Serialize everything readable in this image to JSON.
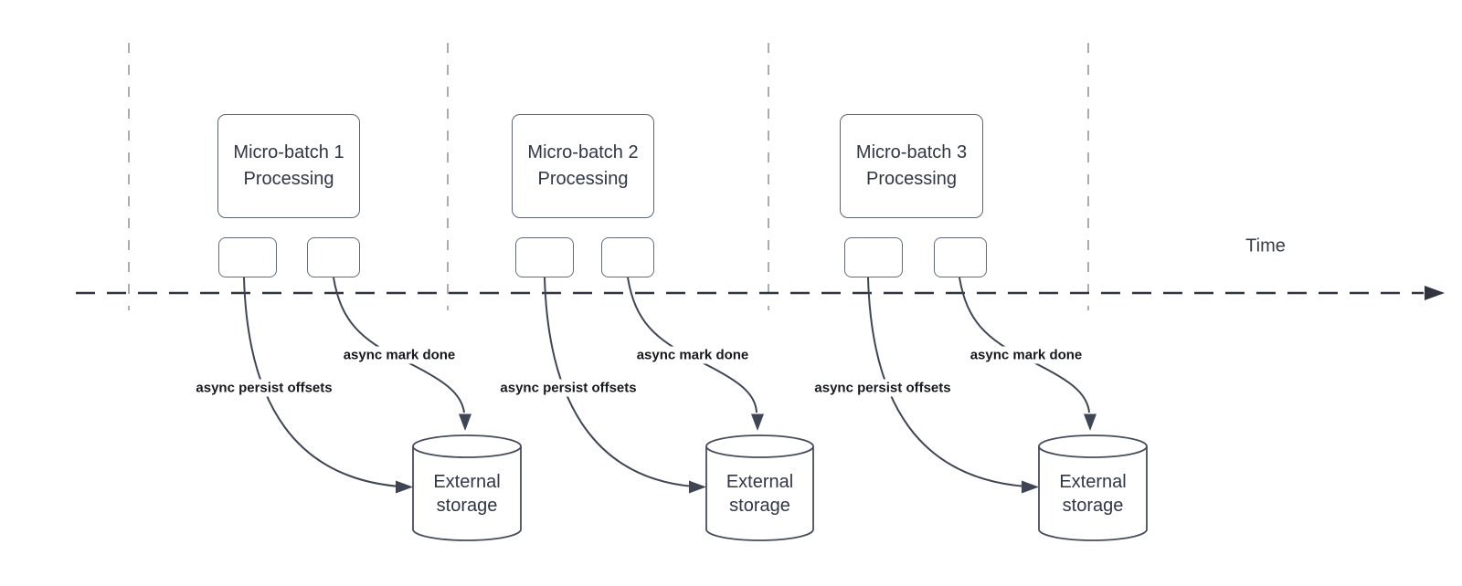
{
  "diagram": {
    "time_label": "Time",
    "colors": {
      "timeline": "#2f3440",
      "gridline": "#a9aeb5",
      "connector": "#3e4554",
      "box_border": "#5c6370",
      "box_text": "#2f3646",
      "label_text": "#16181d"
    },
    "groups": [
      {
        "processing_line1": "Micro-batch 1",
        "processing_line2": "Processing",
        "persist_label": "async persist offsets",
        "mark_label": "async mark done",
        "storage_line1": "External",
        "storage_line2": "storage"
      },
      {
        "processing_line1": "Micro-batch 2",
        "processing_line2": "Processing",
        "persist_label": "async persist offsets",
        "mark_label": "async mark done",
        "storage_line1": "External",
        "storage_line2": "storage"
      },
      {
        "processing_line1": "Micro-batch 3",
        "processing_line2": "Processing",
        "persist_label": "async persist offsets",
        "mark_label": "async mark done",
        "storage_line1": "External",
        "storage_line2": "storage"
      }
    ]
  }
}
